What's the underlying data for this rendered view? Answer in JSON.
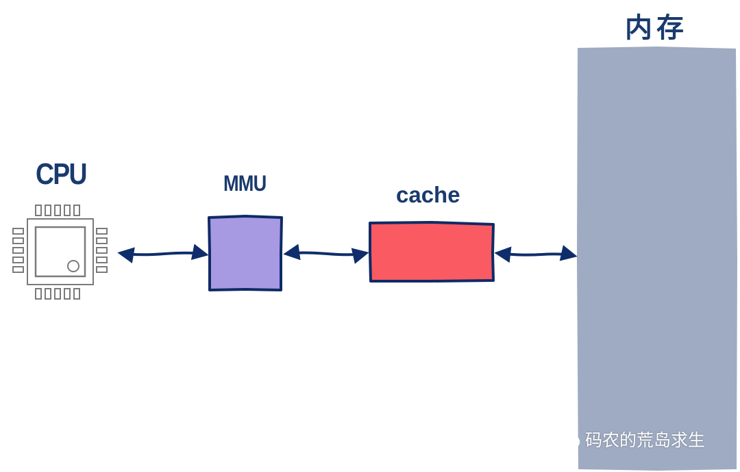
{
  "labels": {
    "cpu": "CPU",
    "mmu": "MMU",
    "cache": "cache",
    "memory": "内存"
  },
  "watermark": {
    "text": "码农的荒岛求生",
    "icon": "wechat-icon"
  },
  "colors": {
    "label_text": "#1a3a6e",
    "outline": "#0f2a66",
    "mmu_fill": "#a899e3",
    "cache_fill": "#fa5a62",
    "memory_fill": "#9eabc2",
    "arrow": "#0f2d6b",
    "chip": "#7a7a7a"
  }
}
